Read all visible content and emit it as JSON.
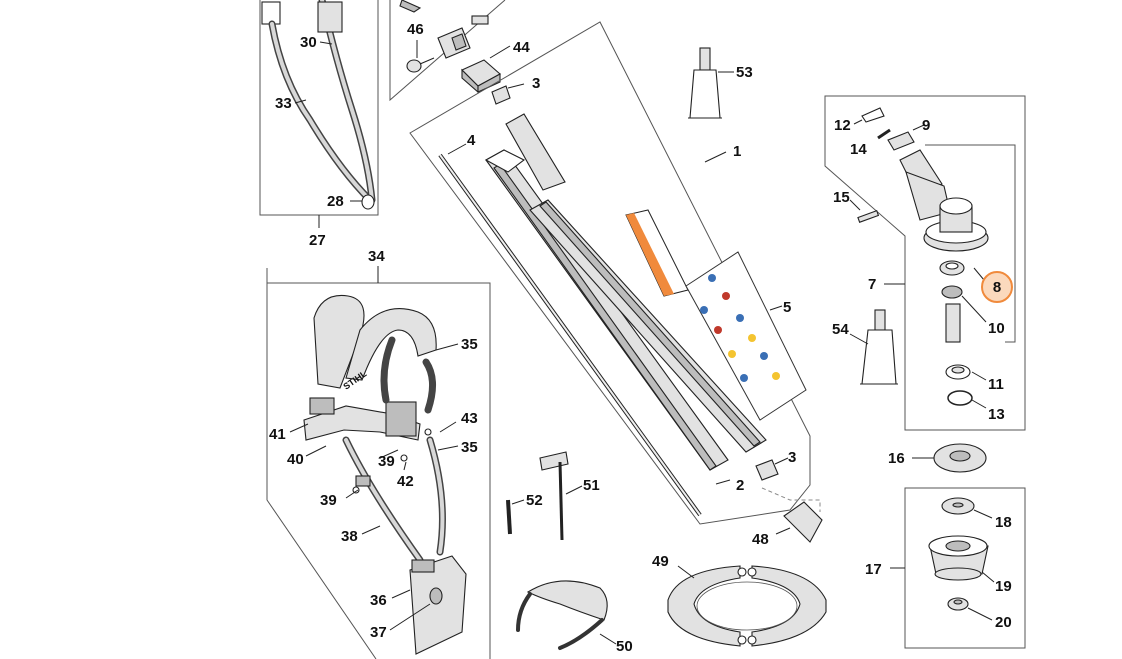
{
  "highlighted_part": "8",
  "colors": {
    "highlight_fill": "#fbd9bd",
    "highlight_stroke": "#f08a3c",
    "line": "#222222"
  },
  "callouts": {
    "c1": "1",
    "c2": "2",
    "c3a": "3",
    "c3b": "3",
    "c4": "4",
    "c5": "5",
    "c7": "7",
    "c8": "8",
    "c9": "9",
    "c10": "10",
    "c11": "11",
    "c12": "12",
    "c13": "13",
    "c14": "14",
    "c15": "15",
    "c16": "16",
    "c17": "17",
    "c18": "18",
    "c19": "19",
    "c20": "20",
    "c27": "27",
    "c28": "28",
    "c30": "30",
    "c33": "33",
    "c34": "34",
    "c35a": "35",
    "c35b": "35",
    "c36": "36",
    "c37": "37",
    "c38": "38",
    "c39a": "39",
    "c39b": "39",
    "c40": "40",
    "c41": "41",
    "c42": "42",
    "c43": "43",
    "c44": "44",
    "c46": "46",
    "c48": "48",
    "c49": "49",
    "c50": "50",
    "c51": "51",
    "c52": "52",
    "c53": "53",
    "c54": "54"
  },
  "harness_brand": "STIHL"
}
